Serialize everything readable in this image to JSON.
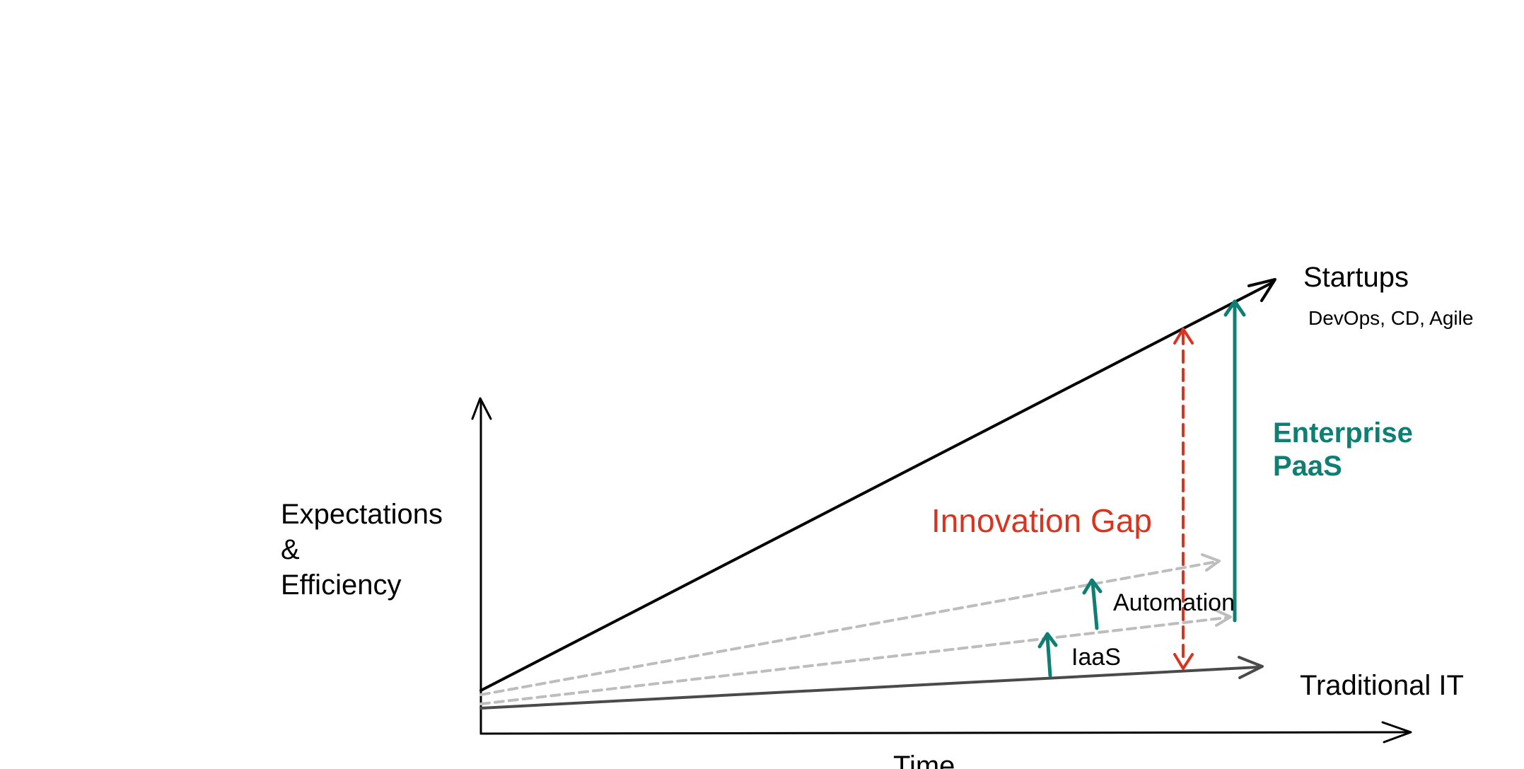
{
  "labels": {
    "y_axis_line1": "Expectations",
    "y_axis_line2": "&",
    "y_axis_line3": "Efficiency",
    "x_axis": "Time",
    "startups": "Startups",
    "startups_sub": "DevOps, CD, Agile",
    "traditional": "Traditional IT",
    "innovation_gap": "Innovation Gap",
    "enterprise_line1": "Enterprise",
    "enterprise_line2": "PaaS",
    "automation": "Automation",
    "iaas": "IaaS"
  },
  "colors": {
    "axis": "#000000",
    "startups_line": "#000000",
    "traditional_line": "#4a4a4a",
    "dashed_trend": "#bdbdbd",
    "innovation_gap": "#d9341f",
    "enterprise_paas": "#0f7f74",
    "text": "#000000"
  }
}
